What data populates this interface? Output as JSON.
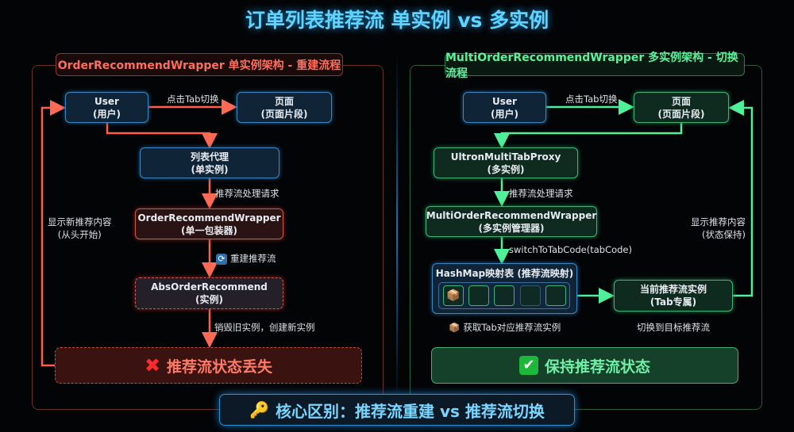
{
  "title": "订单列表推荐流 单实例 vs 多实例",
  "colors": {
    "single": "#ff6e5c",
    "multi": "#5ef09a",
    "accent": "#5fd4ff"
  },
  "left": {
    "header": "OrderRecommendWrapper 单实例架构 - 重建流程",
    "user": {
      "title": "User",
      "sub": "(用户)"
    },
    "page": {
      "title": "页面",
      "sub": "(页面片段)"
    },
    "proxy": {
      "title": "列表代理",
      "sub": "(单实例)"
    },
    "wrapper": {
      "title": "OrderRecommendWrapper",
      "sub": "(单一包装器)"
    },
    "abs": {
      "title": "AbsOrderRecommend",
      "sub": "(实例)"
    },
    "click_label": "点击Tab切换",
    "process_label": "推荐流处理请求",
    "rebuild_icon": "refresh-icon",
    "rebuild_label": "重建推荐流",
    "destroy_label": "销毁旧实例，创建新实例",
    "loop_label": "显示新推荐内容",
    "loop_sub": "(从头开始)",
    "result_icon": "cross-icon",
    "result": "推荐流状态丢失"
  },
  "right": {
    "header": "MultiOrderRecommendWrapper 多实例架构 - 切换流程",
    "user": {
      "title": "User",
      "sub": "(用户)"
    },
    "page": {
      "title": "页面",
      "sub": "(页面片段)"
    },
    "proxy": {
      "title": "UltronMultiTabProxy",
      "sub": "(多实例)"
    },
    "wrapper": {
      "title": "MultiOrderRecommendWrapper",
      "sub": "(多实例管理器)"
    },
    "hashmap": {
      "title": "HashMap映射表 (推荐流映射)"
    },
    "current": {
      "title": "当前推荐流实例",
      "sub": "(Tab专属)"
    },
    "click_label": "点击Tab切换",
    "process_label": "推荐流处理请求",
    "switch_label": "switchToTabCode(tabCode)",
    "fetch_icon": "package-icon",
    "fetch_label": "获取Tab对应推荐流实例",
    "switch_target_label": "切换到目标推荐流",
    "loop_label": "显示推荐内容",
    "loop_sub": "(状态保持)",
    "result_icon": "check-icon",
    "result": "保持推荐流状态"
  },
  "banner": {
    "icon": "key-icon",
    "text": "核心区别：推荐流重建 vs 推荐流切换"
  }
}
